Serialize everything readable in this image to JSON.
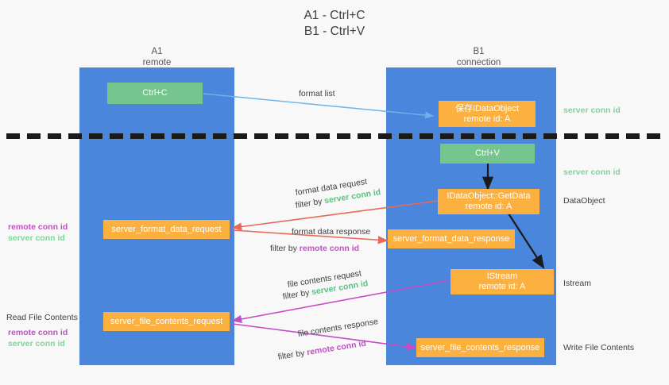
{
  "title": {
    "line1": "A1 - Ctrl+C",
    "line2": "B1 - Ctrl+V"
  },
  "lanes": [
    {
      "name": "A1",
      "subtitle": "remote"
    },
    {
      "name": "B1",
      "subtitle": "connection"
    }
  ],
  "colors": {
    "lane": "#4a86db",
    "green_box": "#76c58f",
    "orange_box": "#fbb040",
    "server_conn_id": "#55c47d",
    "remote_conn_id": "#c44ec4",
    "arrow_blue": "#6bb3e8",
    "arrow_red": "#e8685a",
    "arrow_magenta": "#c44ec4",
    "arrow_dark": "#1a1a1a",
    "background": "#f8f8f8"
  },
  "boxes": {
    "ctrl_c": {
      "line1": "Ctrl+C"
    },
    "save_idataobject": {
      "line1": "保存IDataObject",
      "line2": "remote id: A"
    },
    "ctrl_v": {
      "line1": "Ctrl+V"
    },
    "getdata": {
      "line1": "IDataObject::GetData",
      "line2": "remote id: A"
    },
    "istream": {
      "line1": "IStream",
      "line2": "remote id: A"
    },
    "server_format_data_request": {
      "line1": "server_format_data_request"
    },
    "server_format_data_response": {
      "line1": "server_format_data_response"
    },
    "server_file_contents_request": {
      "line1": "server_file_contents_request"
    },
    "server_file_contents_response": {
      "line1": "server_file_contents_response"
    }
  },
  "annotations": {
    "format_list": "format list",
    "format_data_request": "format data request",
    "format_data_request_filter_prefix": "filter by ",
    "format_data_request_filter_value": "server conn id",
    "format_data_response": "format data response",
    "format_data_response_filter_prefix": "filter by ",
    "format_data_response_filter_value": "remote conn id",
    "file_contents_request": "file contents request",
    "file_contents_request_filter_prefix": "filter by ",
    "file_contents_request_filter_value": "server conn id",
    "file_contents_response": "file contents response",
    "file_contents_response_filter_prefix": "filter by ",
    "file_contents_response_filter_value": "remote conn id"
  },
  "right_labels": {
    "server_conn_id_top": "server conn id",
    "server_conn_id_second": "server conn id",
    "dataobject": "DataObject",
    "istream": "Istream",
    "write_file_contents": "Write File Contents"
  },
  "left_labels": {
    "mid_remote": "remote conn id",
    "mid_server": "server conn id",
    "read_file_contents": "Read File Contents",
    "bottom_remote": "remote conn id",
    "bottom_server": "server conn id"
  }
}
